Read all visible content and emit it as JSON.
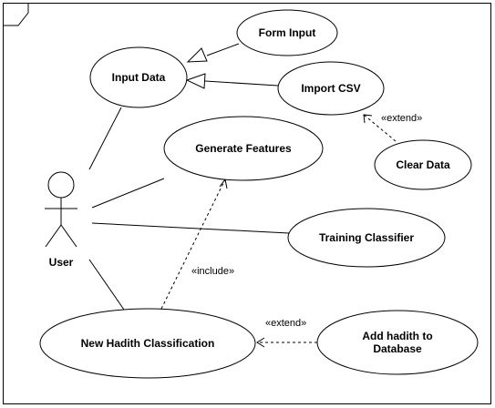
{
  "actor": {
    "name": "User"
  },
  "use_cases": {
    "input_data": "Input Data",
    "form_input": "Form Input",
    "import_csv": "Import CSV",
    "clear_data": "Clear Data",
    "generate_features": "Generate Features",
    "training_classifier": "Training Classifier",
    "new_hadith_classification": "New Hadith Classification",
    "add_hadith_line1": "Add hadith to",
    "add_hadith_line2": "Database"
  },
  "stereotypes": {
    "extend_clear": "«extend»",
    "include_generate": "«include»",
    "extend_add": "«extend»"
  }
}
